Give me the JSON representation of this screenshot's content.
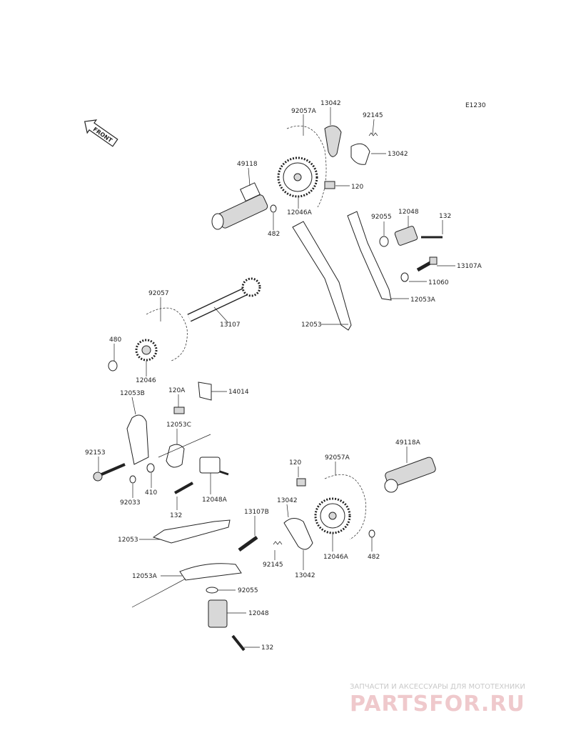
{
  "diagram": {
    "code": "E1230",
    "front_label": "FRONT",
    "labels": [
      {
        "id": "92057A-top",
        "text": "92057A"
      },
      {
        "id": "13042-top",
        "text": "13042"
      },
      {
        "id": "92145-top",
        "text": "92145"
      },
      {
        "id": "13042-right",
        "text": "13042"
      },
      {
        "id": "49118",
        "text": "49118"
      },
      {
        "id": "120-top",
        "text": "120"
      },
      {
        "id": "12046A-top",
        "text": "12046A"
      },
      {
        "id": "482-top",
        "text": "482"
      },
      {
        "id": "92055-top",
        "text": "92055"
      },
      {
        "id": "12048-top",
        "text": "12048"
      },
      {
        "id": "132-top",
        "text": "132"
      },
      {
        "id": "13107A",
        "text": "13107A"
      },
      {
        "id": "11060",
        "text": "11060"
      },
      {
        "id": "12053A-top",
        "text": "12053A"
      },
      {
        "id": "92057",
        "text": "92057"
      },
      {
        "id": "13107",
        "text": "13107"
      },
      {
        "id": "12053-top",
        "text": "12053"
      },
      {
        "id": "480",
        "text": "480"
      },
      {
        "id": "12046",
        "text": "12046"
      },
      {
        "id": "120A",
        "text": "120A"
      },
      {
        "id": "14014",
        "text": "14014"
      },
      {
        "id": "12053B",
        "text": "12053B"
      },
      {
        "id": "12053C",
        "text": "12053C"
      },
      {
        "id": "92153",
        "text": "92153"
      },
      {
        "id": "410",
        "text": "410"
      },
      {
        "id": "92033",
        "text": "92033"
      },
      {
        "id": "12048A",
        "text": "12048A"
      },
      {
        "id": "132-mid",
        "text": "132"
      },
      {
        "id": "120-bot",
        "text": "120"
      },
      {
        "id": "92057A-bot",
        "text": "92057A"
      },
      {
        "id": "49118A",
        "text": "49118A"
      },
      {
        "id": "13042-bot-top",
        "text": "13042"
      },
      {
        "id": "13107B",
        "text": "13107B"
      },
      {
        "id": "12053-bot",
        "text": "12053"
      },
      {
        "id": "92145-bot",
        "text": "92145"
      },
      {
        "id": "13042-bot",
        "text": "13042"
      },
      {
        "id": "12046A-bot",
        "text": "12046A"
      },
      {
        "id": "482-bot",
        "text": "482"
      },
      {
        "id": "12053A-bot",
        "text": "12053A"
      },
      {
        "id": "92055-bot",
        "text": "92055"
      },
      {
        "id": "12048-bot",
        "text": "12048"
      },
      {
        "id": "132-bot",
        "text": "132"
      }
    ]
  },
  "watermark": {
    "tagline": "ЗАПЧАСТИ И АКСЕССУАРЫ ДЛЯ МОТОТЕХНИКИ",
    "brand": "PARTSFOR.RU"
  }
}
